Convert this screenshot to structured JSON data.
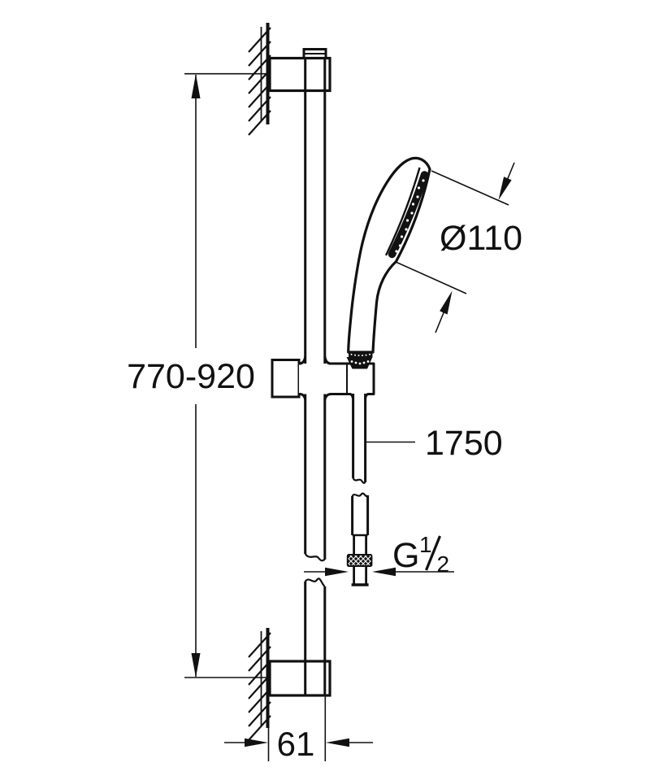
{
  "drawing": {
    "background": "#ffffff",
    "line_color": "#111111",
    "labels": {
      "height_range": "770-920",
      "head_diameter": "Ø110",
      "hose_length": "1750",
      "thread_prefix": "G",
      "thread_numerator": "1",
      "thread_denominator": "2",
      "wall_offset": "61"
    }
  }
}
